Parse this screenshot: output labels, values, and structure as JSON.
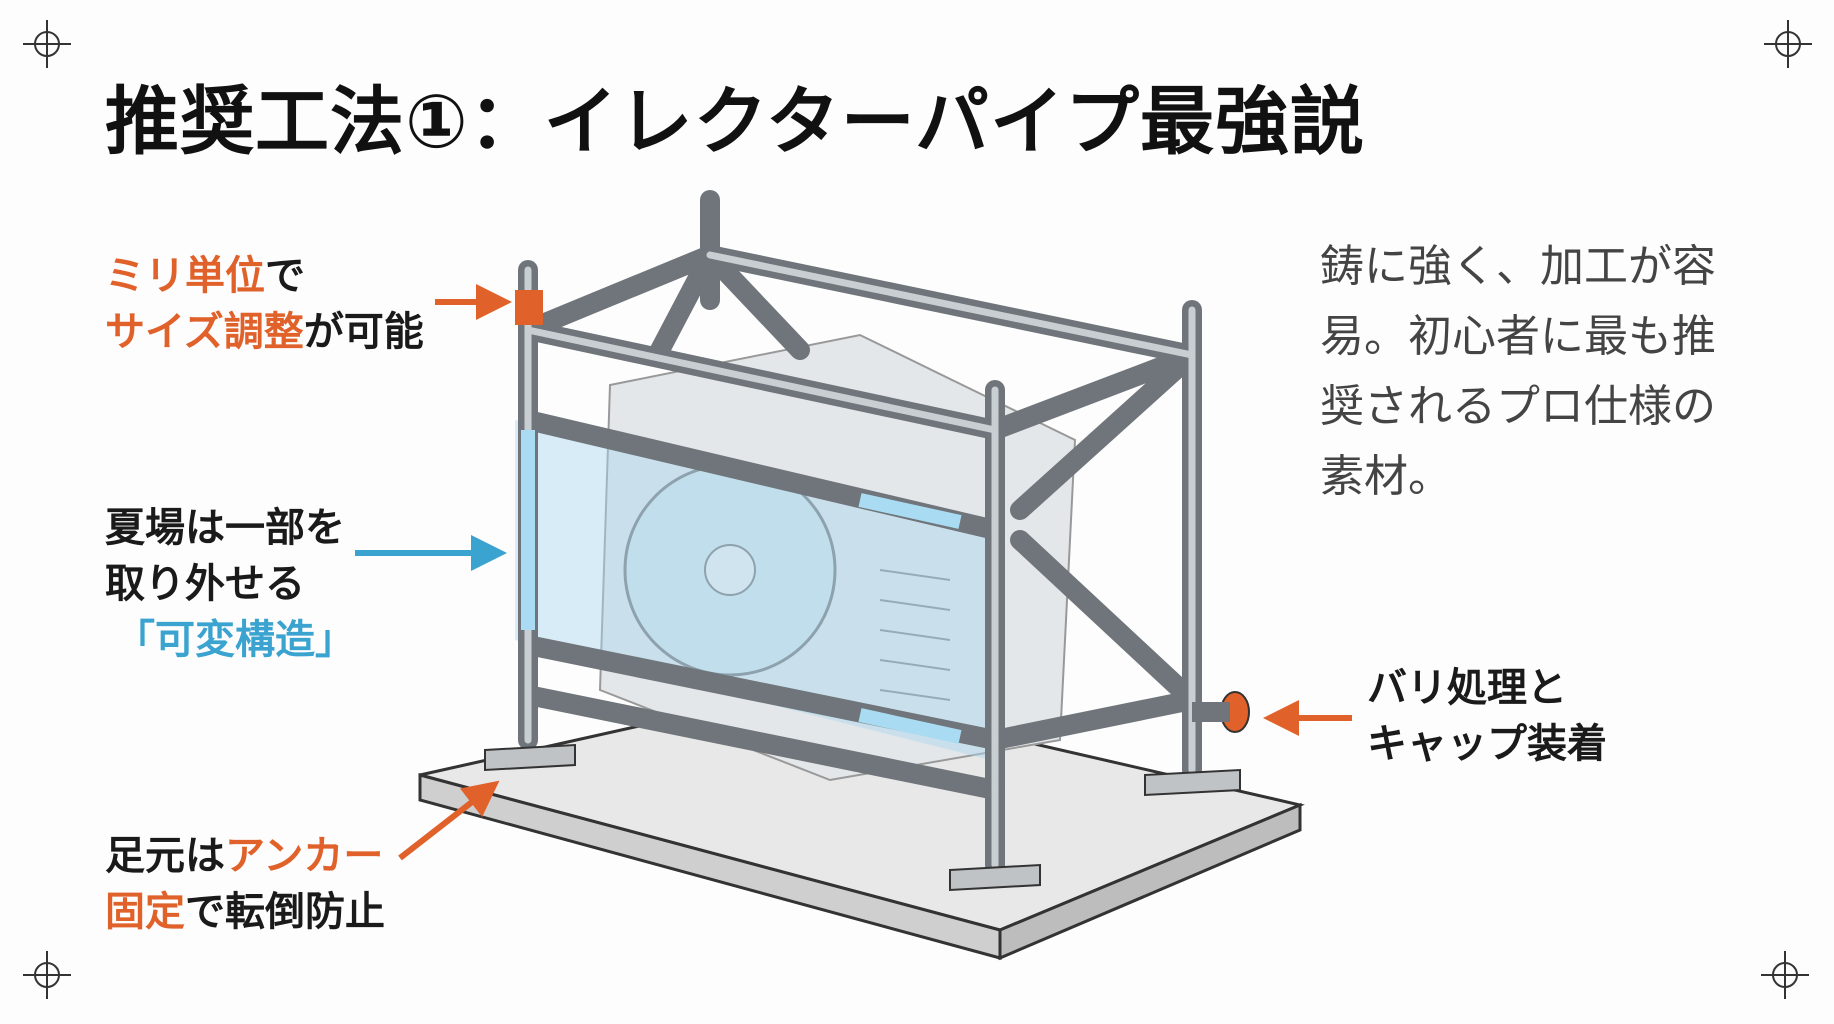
{
  "title": "推奨工法①：イレクターパイプ最強説",
  "colors": {
    "accent_orange": "#e0622a",
    "accent_blue": "#3aa3cf",
    "text": "#1a1a1a"
  },
  "callouts": {
    "size": {
      "line1_orange": "ミリ単位",
      "line1_black": "で",
      "line2_orange": "サイズ調整",
      "line2_black": "が可能"
    },
    "removable": {
      "line1": "夏場は一部を",
      "line2": "取り外せる",
      "line3_blue": "「可変構造」"
    },
    "anchor": {
      "line1_black": "足元は",
      "line1_orange": "アンカー",
      "line2_orange": "固定",
      "line2_black": "で転倒防止"
    },
    "cap": {
      "line1": "バリ処理と",
      "line2": "キャップ装着"
    }
  },
  "description": {
    "lines": [
      "鋳に強く、加工が容",
      "易。初心者に最も推",
      "奨されるプロ仕様の",
      "素材。"
    ]
  },
  "icons": [
    "crosshair-icon",
    "arrow-icon"
  ]
}
